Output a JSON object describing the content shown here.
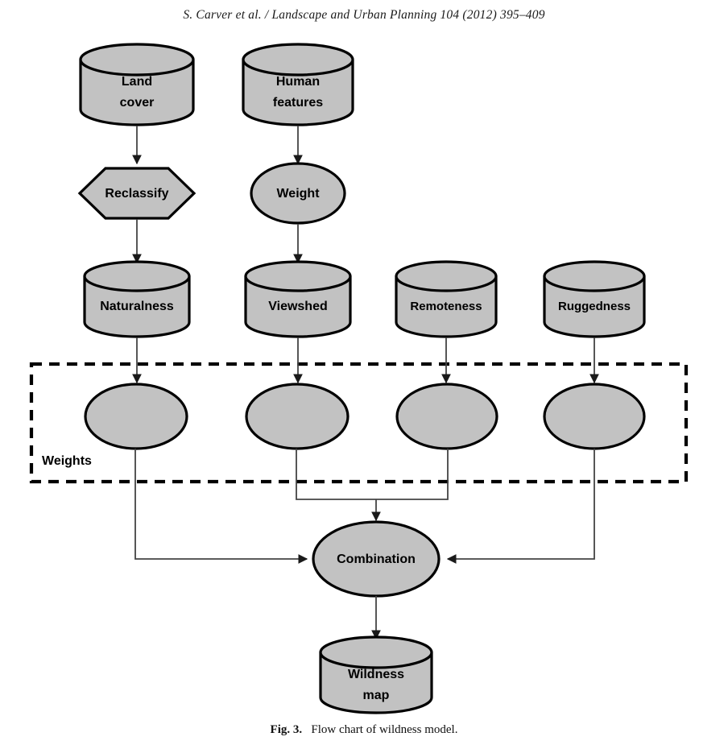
{
  "page": {
    "running_head": "S. Carver et al. / Landscape and Urban Planning 104 (2012) 395–409",
    "caption_label": "Fig. 3.",
    "caption_text": "Flow chart of wildness model.",
    "background_color": "#ffffff"
  },
  "style": {
    "node_fill": "#c2c2c2",
    "node_stroke": "#000000",
    "connector_stroke": "#444444",
    "text_color": "#000000"
  },
  "diagram": {
    "title": "Flow chart of wildness model",
    "group_box": {
      "label": "Weights",
      "style": "dashed"
    },
    "nodes": [
      {
        "id": "land-cover",
        "label_lines": [
          "Land",
          "cover"
        ],
        "shape": "cylinder",
        "row": 1
      },
      {
        "id": "human-features",
        "label_lines": [
          "Human",
          "features"
        ],
        "shape": "cylinder",
        "row": 1
      },
      {
        "id": "reclassify",
        "label_lines": [
          "Reclassify"
        ],
        "shape": "hexagon",
        "row": 2
      },
      {
        "id": "weight",
        "label_lines": [
          "Weight"
        ],
        "shape": "ellipse",
        "row": 2
      },
      {
        "id": "naturalness",
        "label_lines": [
          "Naturalness"
        ],
        "shape": "cylinder",
        "row": 3
      },
      {
        "id": "viewshed",
        "label_lines": [
          "Viewshed"
        ],
        "shape": "cylinder",
        "row": 3
      },
      {
        "id": "remoteness",
        "label_lines": [
          "Remoteness"
        ],
        "shape": "cylinder",
        "row": 3
      },
      {
        "id": "ruggedness",
        "label_lines": [
          "Ruggedness"
        ],
        "shape": "cylinder",
        "row": 3
      },
      {
        "id": "weight-1",
        "label_lines": [],
        "shape": "ellipse",
        "row": 4
      },
      {
        "id": "weight-2",
        "label_lines": [],
        "shape": "ellipse",
        "row": 4
      },
      {
        "id": "weight-3",
        "label_lines": [],
        "shape": "ellipse",
        "row": 4
      },
      {
        "id": "weight-4",
        "label_lines": [],
        "shape": "ellipse",
        "row": 4
      },
      {
        "id": "combination",
        "label_lines": [
          "Combination"
        ],
        "shape": "ellipse",
        "row": 5
      },
      {
        "id": "wildness-map",
        "label_lines": [
          "Wildness",
          "map"
        ],
        "shape": "cylinder",
        "row": 6
      }
    ],
    "edges": [
      {
        "from": "land-cover",
        "to": "reclassify"
      },
      {
        "from": "human-features",
        "to": "weight"
      },
      {
        "from": "reclassify",
        "to": "naturalness"
      },
      {
        "from": "weight",
        "to": "viewshed"
      },
      {
        "from": "naturalness",
        "to": "weight-1"
      },
      {
        "from": "viewshed",
        "to": "weight-2"
      },
      {
        "from": "remoteness",
        "to": "weight-3"
      },
      {
        "from": "ruggedness",
        "to": "weight-4"
      },
      {
        "from": "weight-1",
        "to": "combination"
      },
      {
        "from": "weight-2",
        "to": "combination"
      },
      {
        "from": "weight-3",
        "to": "combination"
      },
      {
        "from": "weight-4",
        "to": "combination"
      },
      {
        "from": "combination",
        "to": "wildness-map"
      }
    ],
    "labels": {
      "land_cover_line1": "Land",
      "land_cover_line2": "cover",
      "human_features_line1": "Human",
      "human_features_line2": "features",
      "reclassify": "Reclassify",
      "weight": "Weight",
      "naturalness": "Naturalness",
      "viewshed": "Viewshed",
      "remoteness": "Remoteness",
      "ruggedness": "Ruggedness",
      "combination": "Combination",
      "wildness_map_line1": "Wildness",
      "wildness_map_line2": "map",
      "weights_box": "Weights"
    }
  }
}
